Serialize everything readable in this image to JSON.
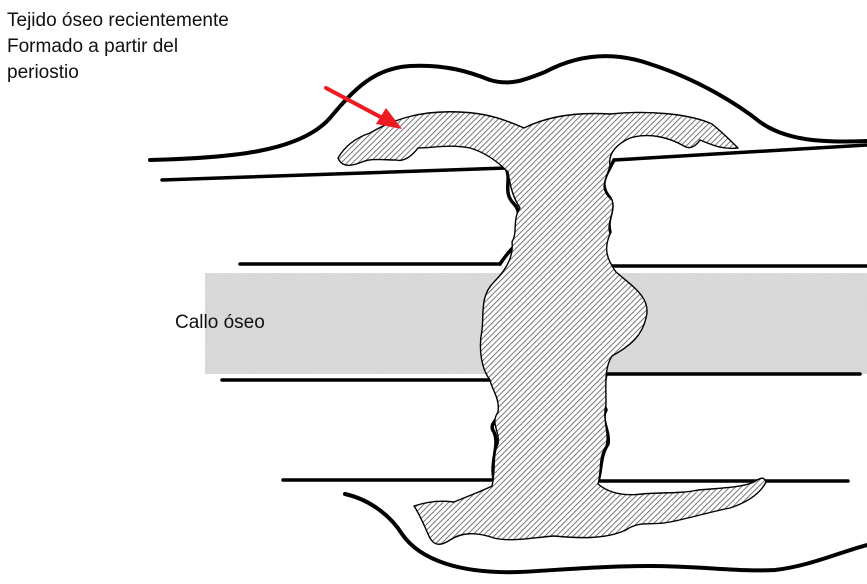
{
  "labels": {
    "new_tissue": [
      "Tejido óseo recientemente",
      "Formado a partir del",
      "periostio"
    ],
    "callus": "Callo óseo"
  },
  "colors": {
    "arrow": "#ee1b22",
    "outline": "#000000",
    "hatch": "#555555",
    "marrow": "#d6d6d6"
  }
}
